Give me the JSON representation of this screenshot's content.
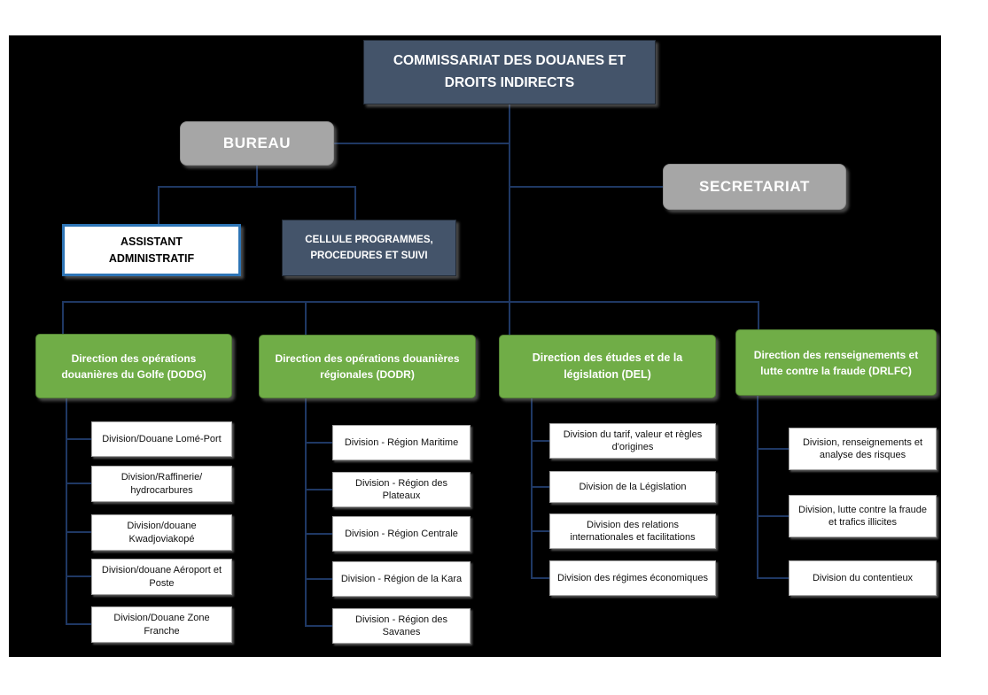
{
  "org": {
    "root": "COMMISSARIAT DES DOUANES ET DROITS INDIRECTS",
    "bureau": "BUREAU",
    "secretariat": "SECRETARIAT",
    "assistant": "ASSISTANT ADMINISTRATIF",
    "cellule": "CELLULE PROGRAMMES, PROCEDURES ET SUIVI",
    "directions": [
      {
        "label": "Direction des opérations douanières du Golfe (DODG)",
        "divisions": [
          "Division/Douane Lomé-Port",
          "Division/Raffinerie/ hydrocarbures",
          "Division/douane Kwadjoviakopé",
          "Division/douane Aéroport et Poste",
          "Division/Douane Zone Franche"
        ]
      },
      {
        "label": "Direction des opérations douanières régionales (DODR)",
        "divisions": [
          "Division - Région Maritime",
          "Division - Région des Plateaux",
          "Division - Région Centrale",
          "Division - Région de la Kara",
          "Division - Région des Savanes"
        ]
      },
      {
        "label": "Direction des études et de la législation (DEL)",
        "divisions": [
          "Division du tarif, valeur et règles d'origines",
          "Division de la Législation",
          "Division des relations internationales et facilitations",
          "Division des régimes économiques"
        ]
      },
      {
        "label": "Direction des renseignements et lutte contre la fraude (DRLFC)",
        "divisions": [
          "Division, renseignements et analyse des risques",
          "Division, lutte contre la fraude et trafics illicites",
          "Division du contentieux"
        ]
      }
    ]
  },
  "colors": {
    "page_bg": "#FFFFFF",
    "canvas_bg": "#000000",
    "dark_navy_box": "#44546A",
    "gray_box": "#A6A6A6",
    "green_box": "#70AD47",
    "green_box_border": "#548235",
    "assistant_border_blue": "#2E75B6",
    "connector_line": "#1F3864",
    "division_border": "#A6A6A6"
  }
}
